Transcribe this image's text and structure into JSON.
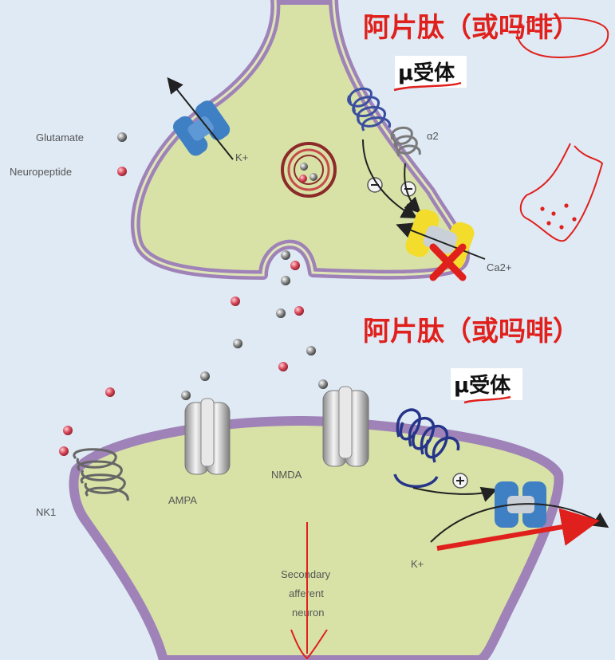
{
  "labels": {
    "glutamate": "Glutamate",
    "neuropeptide": "Neuropeptide",
    "k_top": "K+",
    "alpha2": "α2",
    "ca": "Ca2+",
    "nk1": "NK1",
    "ampa": "AMPA",
    "nmda": "NMDA",
    "k_bottom": "K+",
    "secondary_line1": "Secondary",
    "secondary_line2": "afferent",
    "secondary_line3": "neuron"
  },
  "annotations": {
    "opioid_top": "阿片肽（或吗啡）",
    "mu_top": "μ受体",
    "opioid_bottom": "阿片肽（或吗啡）",
    "mu_bottom": "μ受体"
  },
  "colors": {
    "background": "#dfeaf4",
    "cell_fill": "#d8e2a6",
    "membrane": "#9f83b8",
    "annotation_red": "#e0201c",
    "channel_blue": "#3f7fc4",
    "glutamate_dot": "#6a6a6a",
    "neuropeptide_dot": "#cf3c4c",
    "calcium_channel": "#f3dc2c"
  }
}
